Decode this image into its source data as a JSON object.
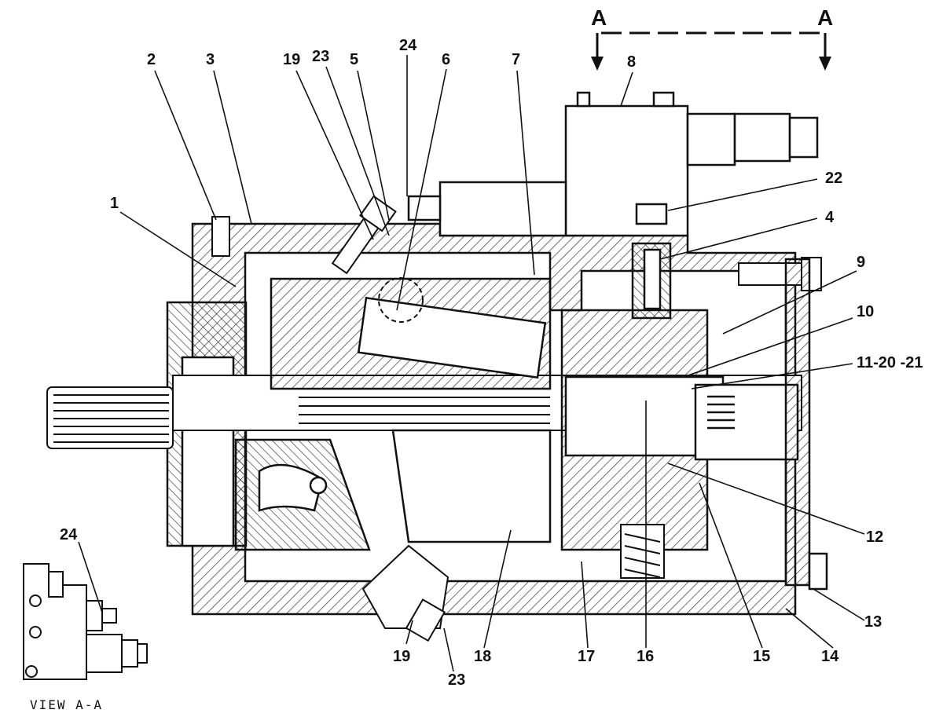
{
  "section": {
    "left": "A",
    "right": "A"
  },
  "callouts": [
    {
      "id": "c1",
      "text": "1"
    },
    {
      "id": "c2",
      "text": "2"
    },
    {
      "id": "c3",
      "text": "3"
    },
    {
      "id": "c19a",
      "text": "19"
    },
    {
      "id": "c23a",
      "text": "23"
    },
    {
      "id": "c5",
      "text": "5"
    },
    {
      "id": "c24a",
      "text": "24"
    },
    {
      "id": "c6",
      "text": "6"
    },
    {
      "id": "c7",
      "text": "7"
    },
    {
      "id": "c8",
      "text": "8"
    },
    {
      "id": "c22",
      "text": "22"
    },
    {
      "id": "c4",
      "text": "4"
    },
    {
      "id": "c9",
      "text": "9"
    },
    {
      "id": "c10",
      "text": "10"
    },
    {
      "id": "c11",
      "text": "11-20 -21"
    },
    {
      "id": "c12",
      "text": "12"
    },
    {
      "id": "c13",
      "text": "13"
    },
    {
      "id": "c14",
      "text": "14"
    },
    {
      "id": "c15",
      "text": "15"
    },
    {
      "id": "c16",
      "text": "16"
    },
    {
      "id": "c17",
      "text": "17"
    },
    {
      "id": "c18",
      "text": "18"
    },
    {
      "id": "c19b",
      "text": "19"
    },
    {
      "id": "c23b",
      "text": "23"
    },
    {
      "id": "c24b",
      "text": "24"
    }
  ],
  "view_label": "VIEW A-A"
}
